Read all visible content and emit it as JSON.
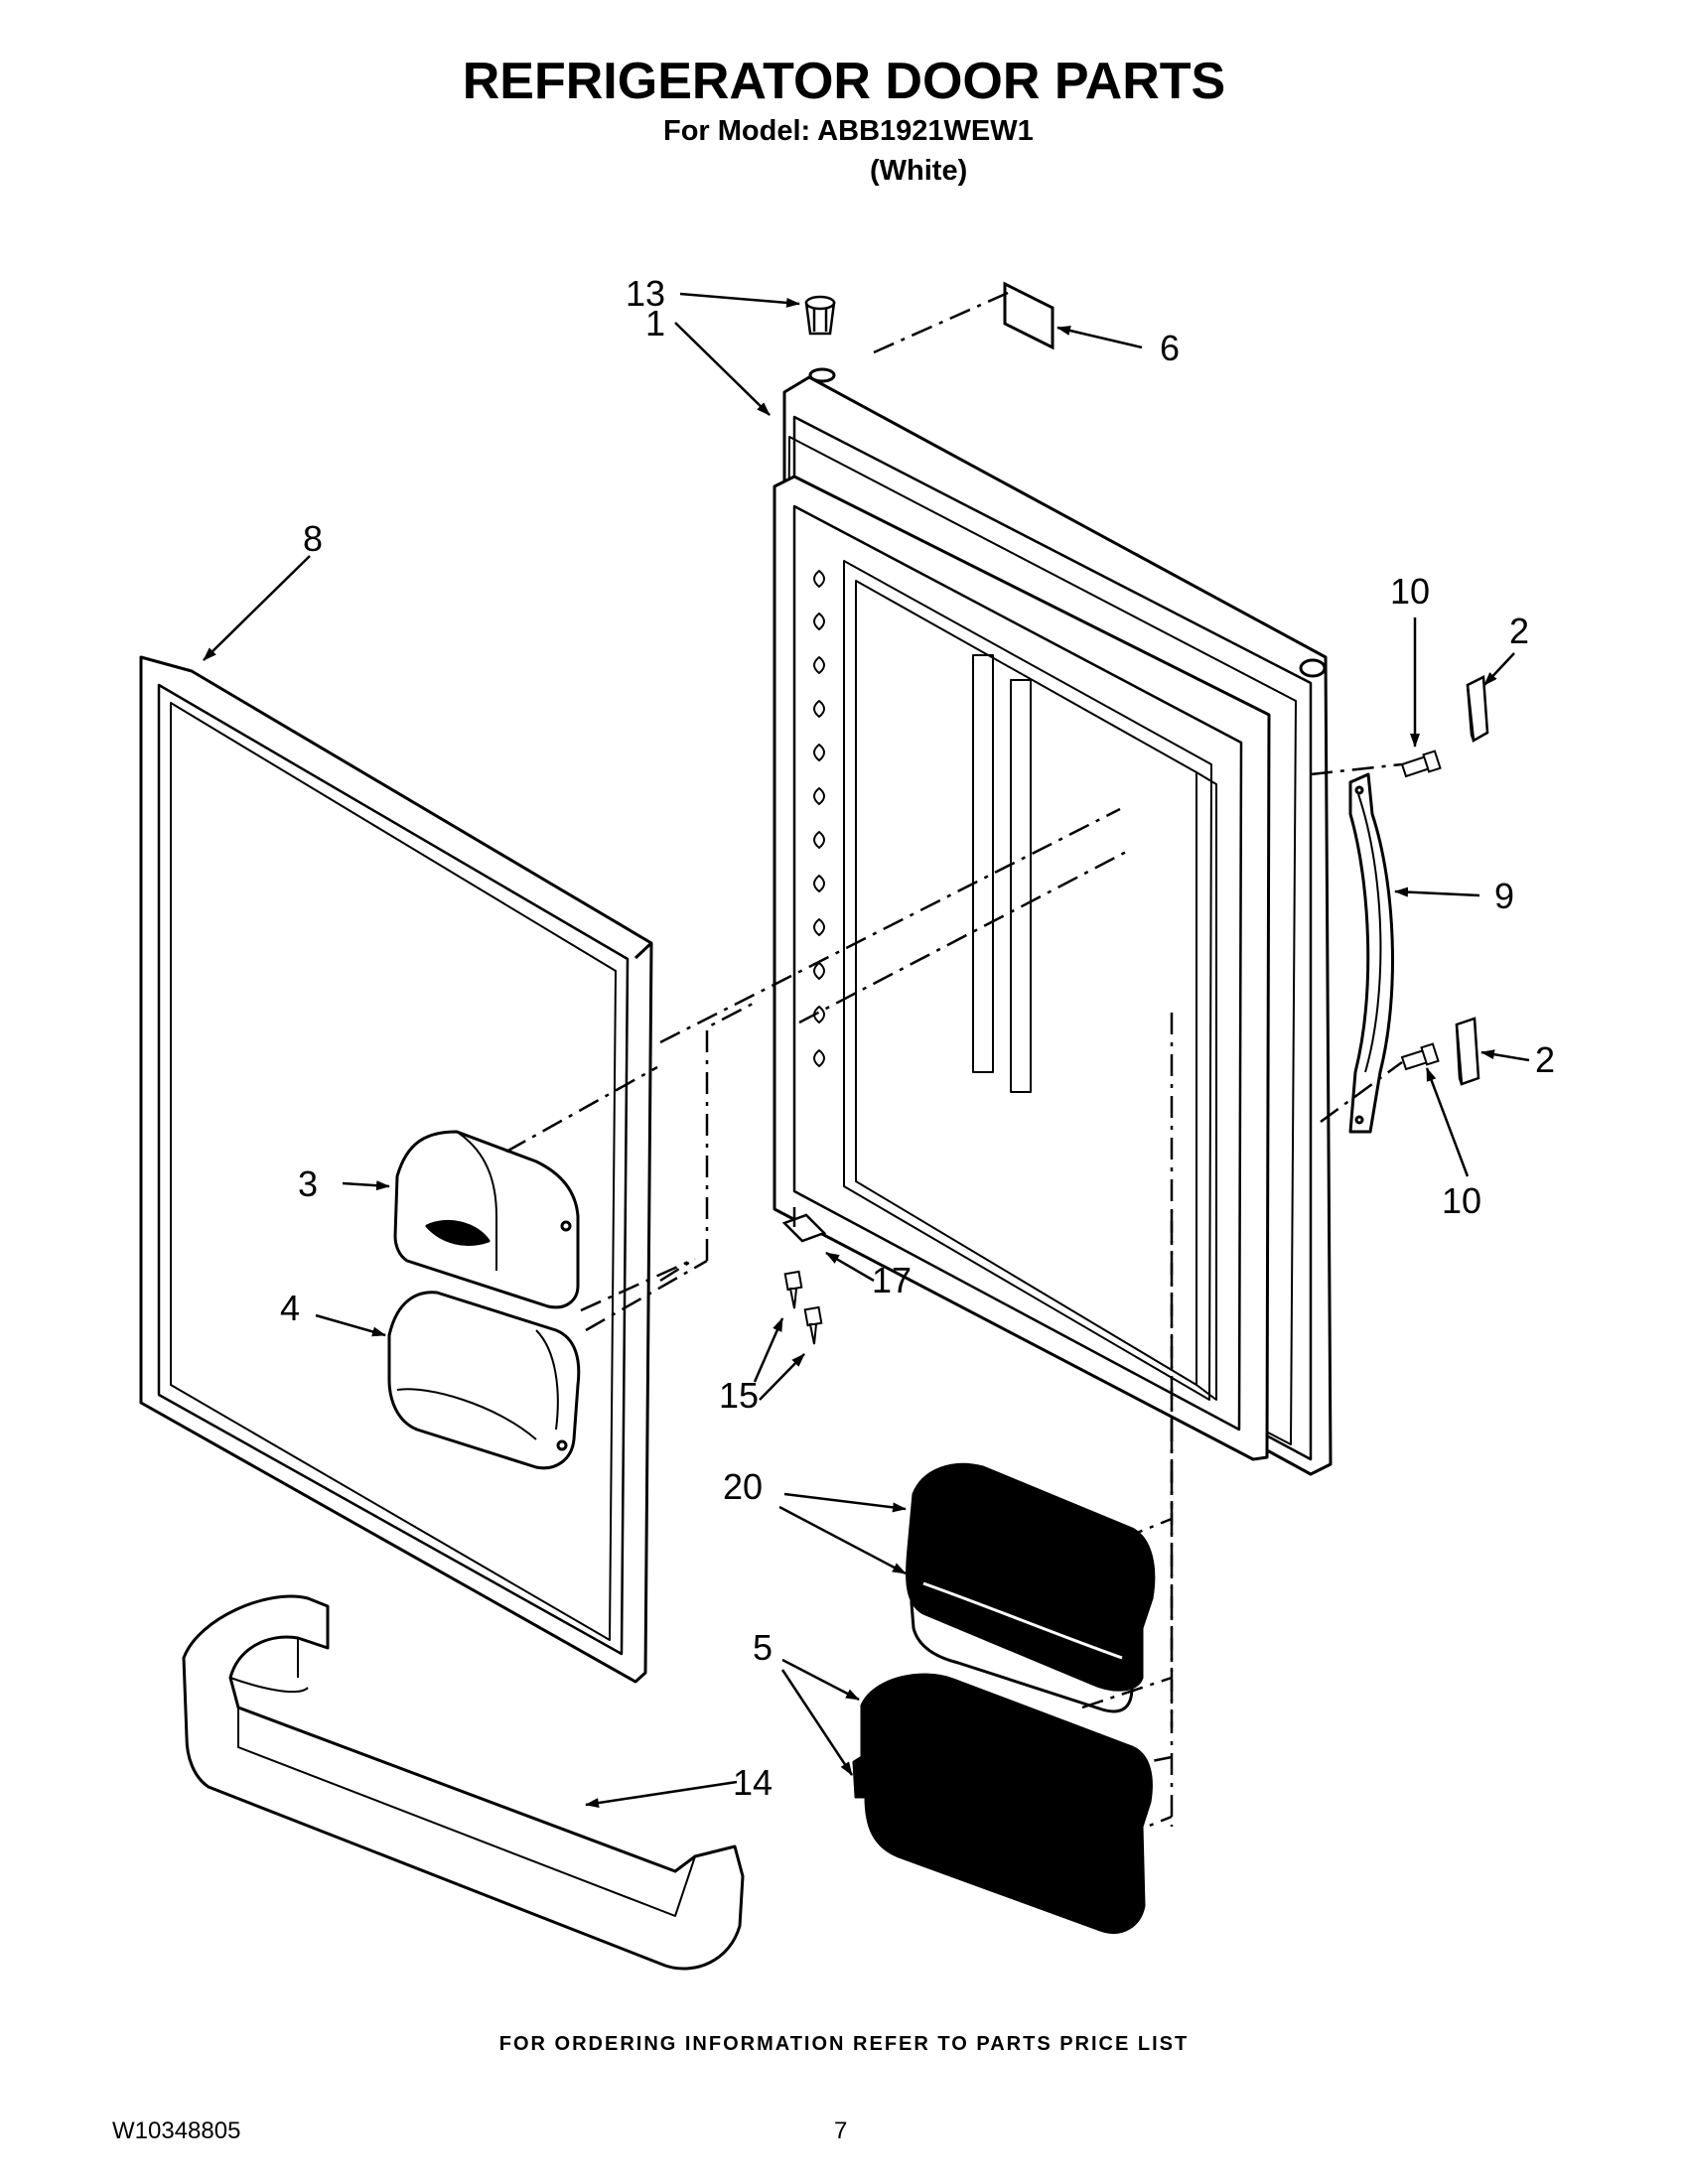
{
  "header": {
    "title": "REFRIGERATOR DOOR PARTS",
    "model_line": "For Model: ABB1921WEW1",
    "color_line": "(White)"
  },
  "callouts": [
    {
      "id": "c13",
      "label": "13"
    },
    {
      "id": "c1",
      "label": "1"
    },
    {
      "id": "c6",
      "label": "6"
    },
    {
      "id": "c8",
      "label": "8"
    },
    {
      "id": "c10a",
      "label": "10"
    },
    {
      "id": "c2a",
      "label": "2"
    },
    {
      "id": "c9",
      "label": "9"
    },
    {
      "id": "c2b",
      "label": "2"
    },
    {
      "id": "c10b",
      "label": "10"
    },
    {
      "id": "c3",
      "label": "3"
    },
    {
      "id": "c4",
      "label": "4"
    },
    {
      "id": "c17",
      "label": "17"
    },
    {
      "id": "c15",
      "label": "15"
    },
    {
      "id": "c20",
      "label": "20"
    },
    {
      "id": "c5",
      "label": "5"
    },
    {
      "id": "c14",
      "label": "14"
    }
  ],
  "footer": {
    "note": "FOR ORDERING INFORMATION REFER TO PARTS PRICE LIST",
    "doc_number": "W10348805",
    "page_number": "7"
  }
}
